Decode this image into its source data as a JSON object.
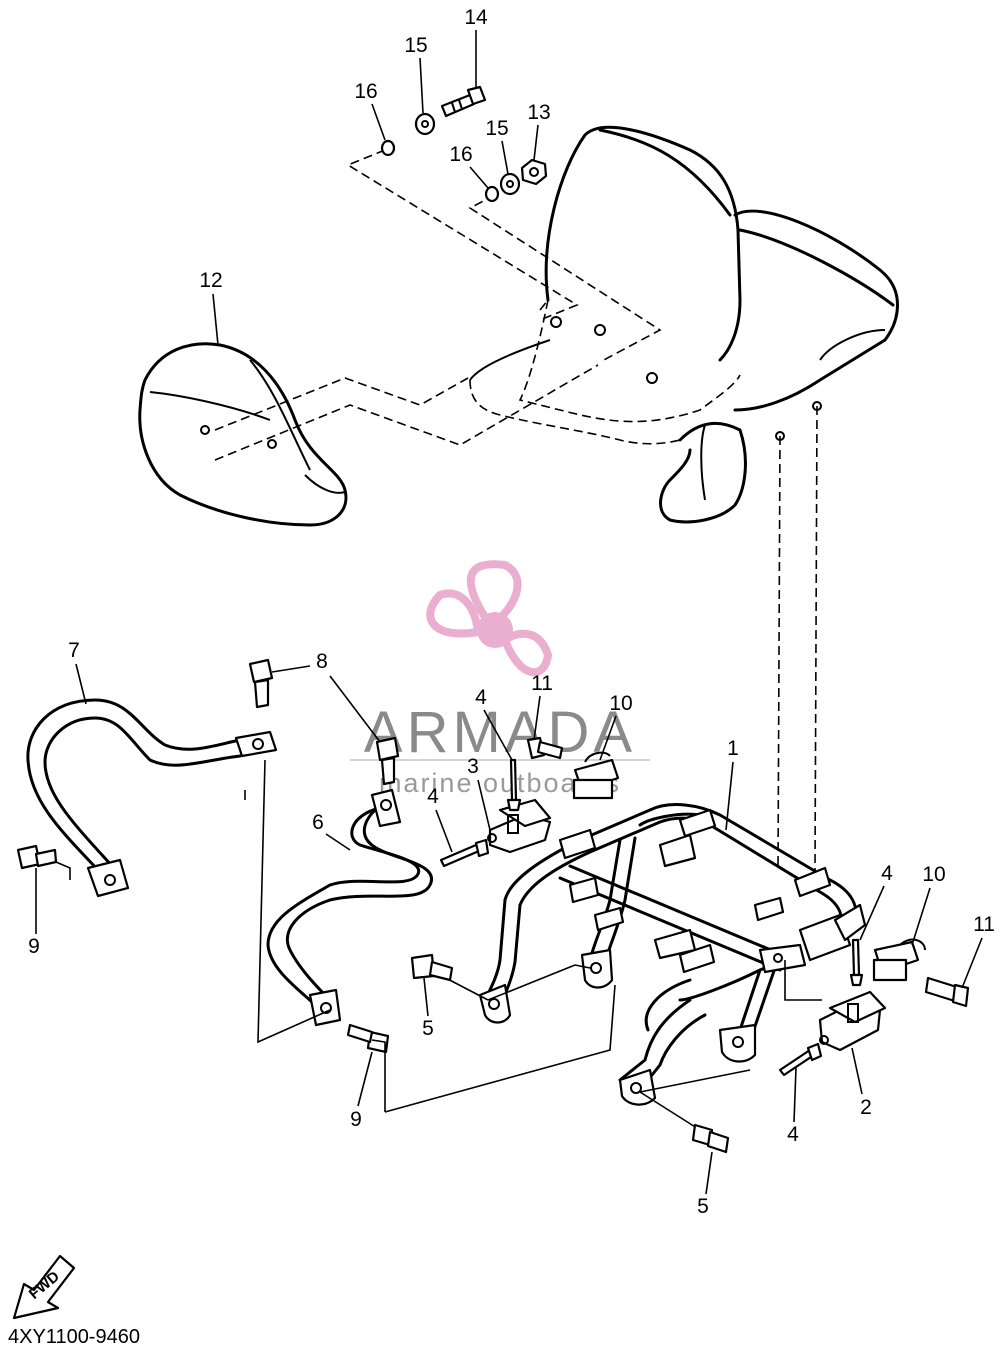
{
  "diagram": {
    "callouts": [
      "14",
      "15",
      "16",
      "15",
      "13",
      "16",
      "12",
      "7",
      "8",
      "4",
      "11",
      "10",
      "1",
      "3",
      "4",
      "6",
      "4",
      "10",
      "11",
      "9",
      "5",
      "9",
      "2",
      "4",
      "5"
    ],
    "watermark": {
      "title": "ARMADA",
      "subtitle": "marine outboards",
      "accent": "#e7a6cc"
    },
    "direction_label": "FWD",
    "part_code": "4XY1100-9460"
  }
}
